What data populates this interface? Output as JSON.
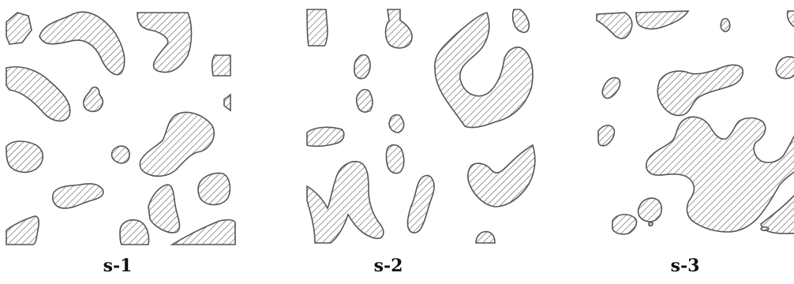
{
  "figure": {
    "panels": [
      {
        "label": "s-1"
      },
      {
        "label": "s-2"
      },
      {
        "label": "s-3"
      }
    ],
    "colors": {
      "hatch": "#555555",
      "outline": "#555555",
      "background": "#ffffff"
    }
  }
}
